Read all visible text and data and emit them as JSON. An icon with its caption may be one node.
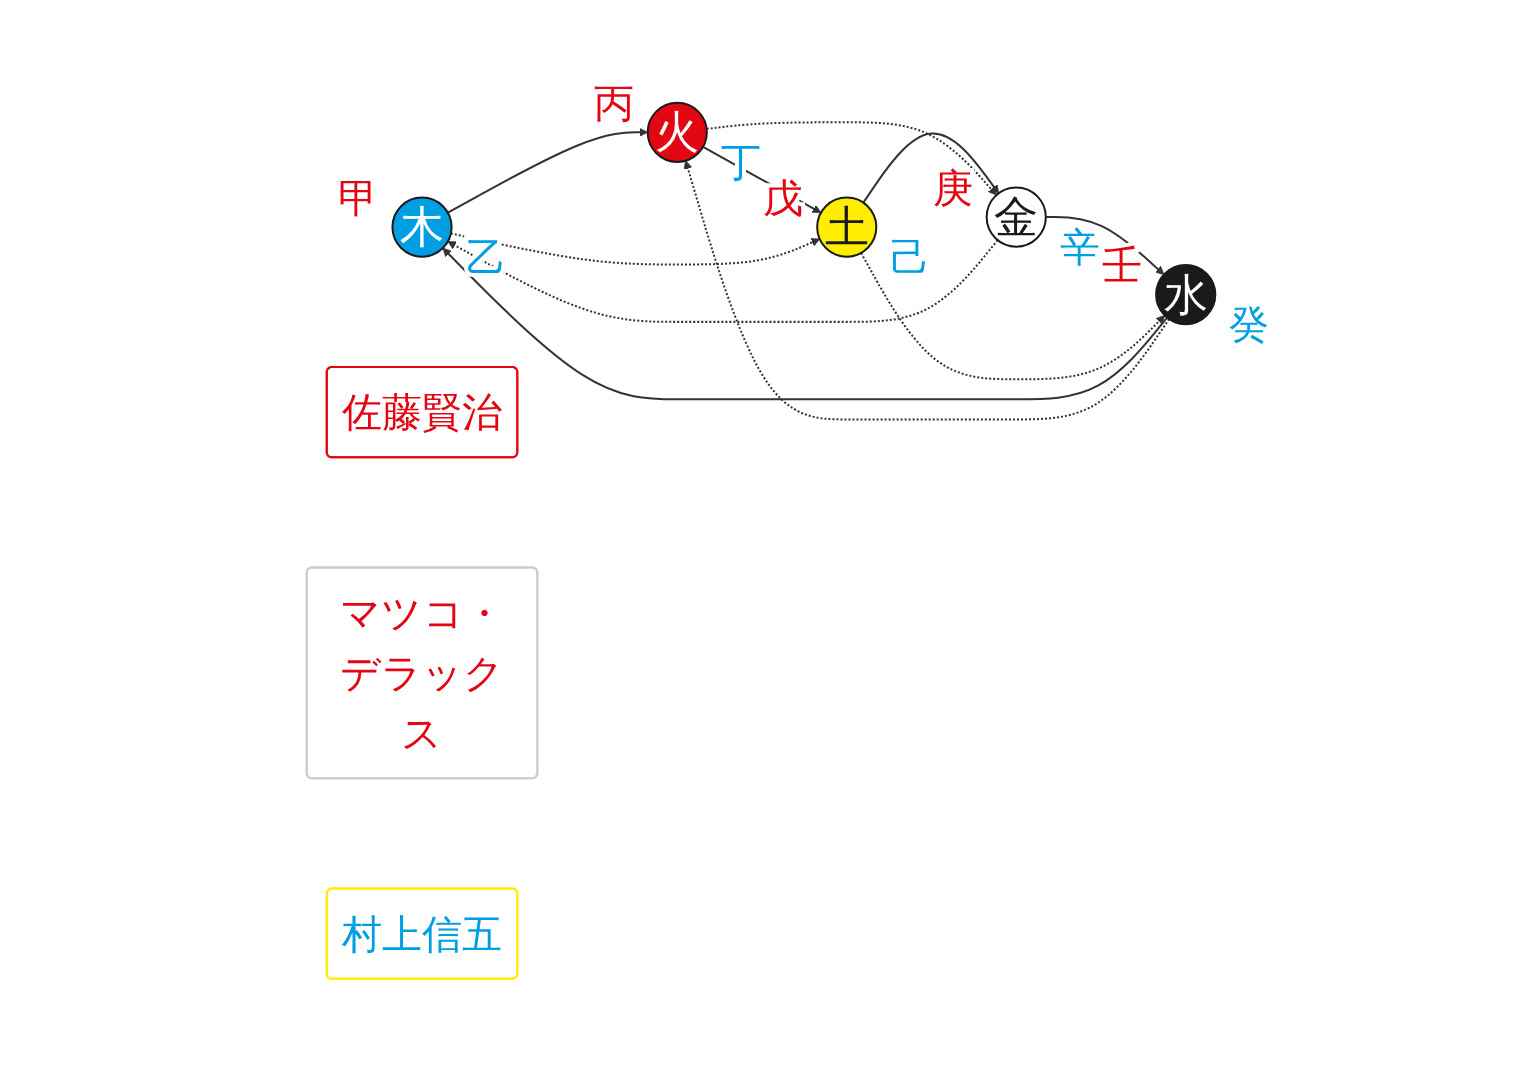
{
  "diagram": {
    "nodes": [
      {
        "text": [
          "木"
        ],
        "beside": [
          "甲",
          "乙"
        ]
      },
      {
        "text": [
          "火"
        ],
        "beside": [
          "丙",
          "丁"
        ]
      },
      {
        "text": [
          "土"
        ],
        "beside": [
          "戊",
          "己"
        ]
      },
      {
        "text": [
          "金"
        ],
        "beside": [
          "庚",
          "辛"
        ]
      },
      {
        "text": [
          "水"
        ],
        "beside": [
          "壬",
          "癸"
        ]
      },
      {
        "text": [
          "佐藤賢治"
        ]
      },
      {
        "text": [
          "マツコ・デラックス"
        ]
      },
      {
        "text": [
          "村上信五"
        ]
      }
    ],
    "edges": [
      {
        "from": 0,
        "to": 1,
        "arrow": "to"
      },
      {
        "from": 1,
        "to": 2,
        "arrow": "to"
      },
      {
        "from": 2,
        "to": 3,
        "arrow": "to"
      },
      {
        "from": 3,
        "to": 4,
        "arrow": "to"
      },
      {
        "from": 4,
        "to": 0,
        "arrow": "to"
      },
      {
        "from": 4,
        "to": 1,
        "arrow": "to",
        "style": "dashed"
      },
      {
        "from": 0,
        "to": 2,
        "arrow": "to",
        "style": "dashed"
      },
      {
        "from": 2,
        "to": 4,
        "arrow": "to",
        "style": "dashed"
      },
      {
        "from": 1,
        "to": 3,
        "arrow": "to",
        "style": "dashed"
      },
      {
        "from": 3,
        "to": 0,
        "arrow": "to",
        "style": "dashed"
      }
    ]
  }
}
